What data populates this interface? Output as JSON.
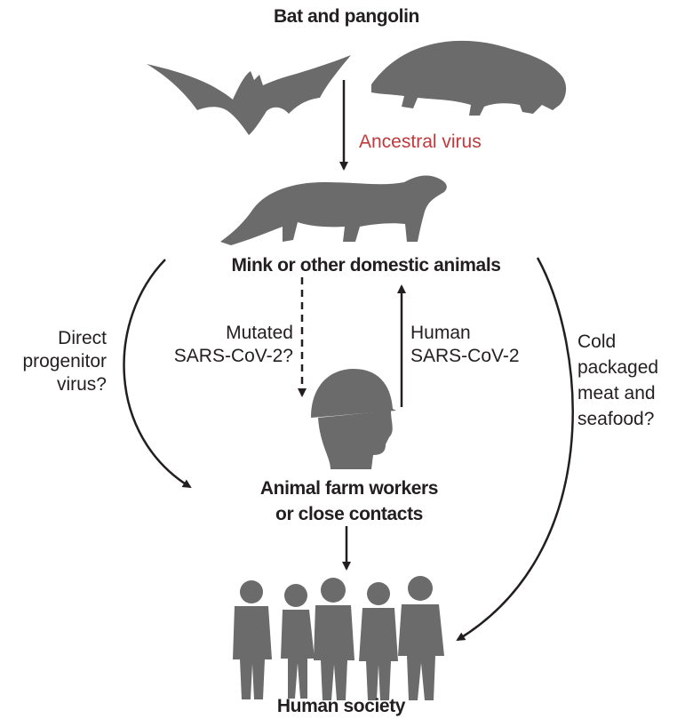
{
  "labels": {
    "top": "Bat and pangolin",
    "ancestral": "Ancestral virus",
    "mink": "Mink or other domestic animals",
    "direct": [
      "Direct",
      "progenitor",
      "virus?"
    ],
    "mutated": [
      "Mutated",
      "SARS-CoV-2?"
    ],
    "human_virus": [
      "Human",
      "SARS-CoV-2"
    ],
    "cold": [
      "Cold",
      "packaged",
      "meat and",
      "seafood?"
    ],
    "workers": [
      "Animal farm workers",
      "or close contacts"
    ],
    "society": "Human society"
  },
  "colors": {
    "silhouette": "#6b6b6b",
    "accent": "#c1393c",
    "arrow": "#231f20"
  }
}
